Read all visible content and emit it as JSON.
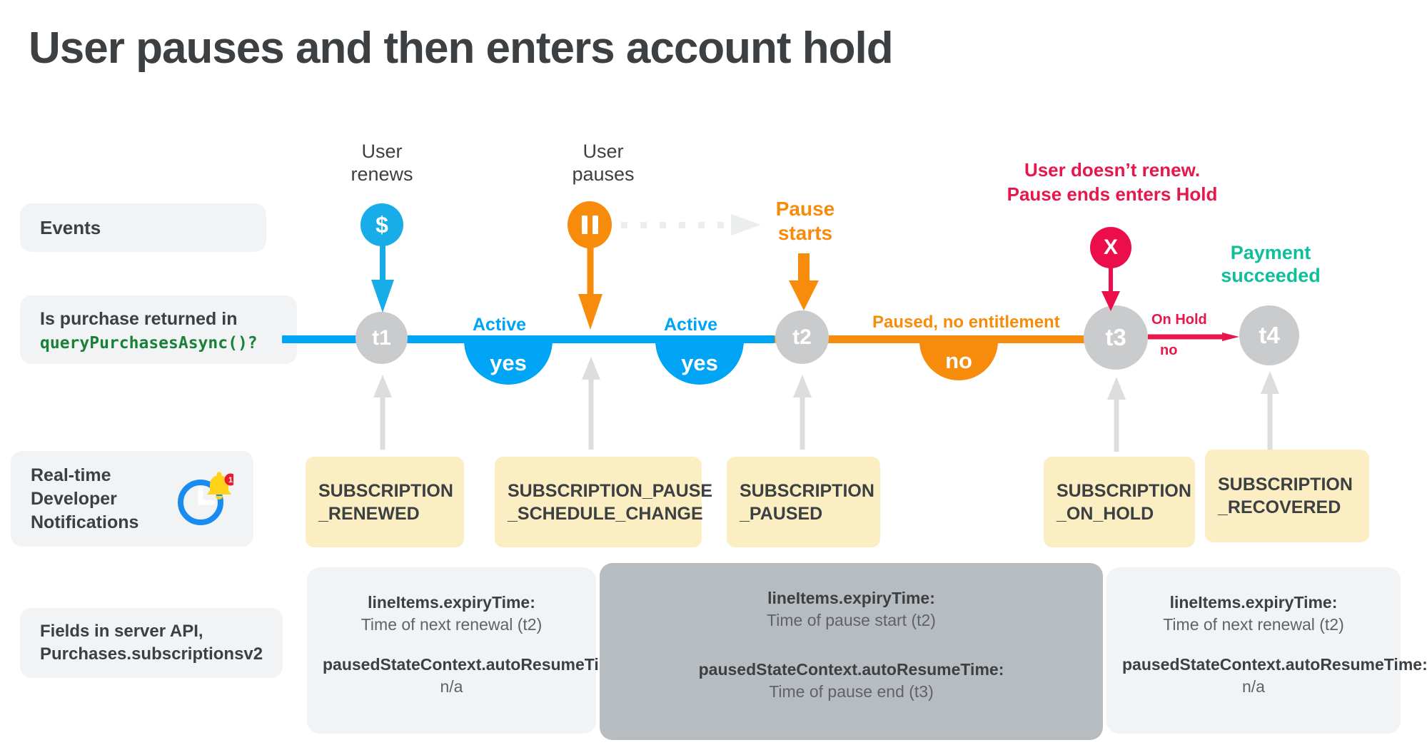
{
  "title": "User pauses and then enters account hold",
  "row_labels": {
    "events": "Events",
    "query_line1": "Is purchase returned in",
    "query_code": "queryPurchasesAsync()?",
    "rtdn": "Real-time\nDeveloper\nNotifications",
    "rtdn_icon": "clock-bell-icon",
    "fields": "Fields in server API,\nPurchases.subscriptionsv2"
  },
  "events": [
    {
      "caption": "User\nrenews",
      "icon": "dollar-icon",
      "color": "#18ace8"
    },
    {
      "caption": "User\npauses",
      "icon": "pause-icon",
      "color": "#f68b0c"
    },
    {
      "caption": "Pause\nstarts",
      "icon": "down-arrow-icon",
      "color": "#f68b0c"
    },
    {
      "caption": "User doesn’t renew.\nPause ends enters Hold",
      "icon": "x-icon",
      "color": "#ec0e4a"
    },
    {
      "caption": "Payment\nsucceeded",
      "icon": "none",
      "color": "#0fbf9b"
    }
  ],
  "timeline": {
    "nodes": [
      "t1",
      "t2",
      "t3",
      "t4"
    ],
    "segments": [
      {
        "label": "Active",
        "answer": "yes",
        "color": "#00a4f5"
      },
      {
        "label": "Active",
        "answer": "yes",
        "color": "#00a4f5"
      },
      {
        "label": "Paused, no entitlement",
        "answer": "no",
        "color": "#f68b0c"
      },
      {
        "label": "On Hold",
        "answer": "no",
        "color": "#e8174b"
      }
    ]
  },
  "notifications": [
    "SUBSCRIPTION\n_RENEWED",
    "SUBSCRIPTION_PAUSE\n_SCHEDULE_CHANGE",
    "SUBSCRIPTION\n_PAUSED",
    "SUBSCRIPTION\n_ON_HOLD",
    "SUBSCRIPTION\n_RECOVERED"
  ],
  "field_cards": [
    {
      "expiry_key": "lineItems.expiryTime:",
      "expiry_value": "Time of next renewal (t2)",
      "resume_key": "pausedStateContext.autoResumeTime:",
      "resume_value": "n/a"
    },
    {
      "expiry_key": "lineItems.expiryTime:",
      "expiry_value": "Time of pause start (t2)",
      "resume_key": "pausedStateContext.autoResumeTime:",
      "resume_value": "Time of pause end (t3)"
    },
    {
      "expiry_key": "lineItems.expiryTime:",
      "expiry_value": "Time of next renewal (t2)",
      "resume_key": "pausedStateContext.autoResumeTime:",
      "resume_value": "n/a"
    }
  ],
  "colors": {
    "blue": "#00a4f5",
    "orange": "#f68b0c",
    "red": "#e8174b",
    "teal": "#0fbf9b",
    "green_code": "#188038",
    "node_gray": "#c9cbcd",
    "arrow_gray": "#dcdddf",
    "card_gray": "#f1f3f4",
    "card_dark": "#b7bcc0",
    "notif_yellow": "#fbeec2"
  }
}
